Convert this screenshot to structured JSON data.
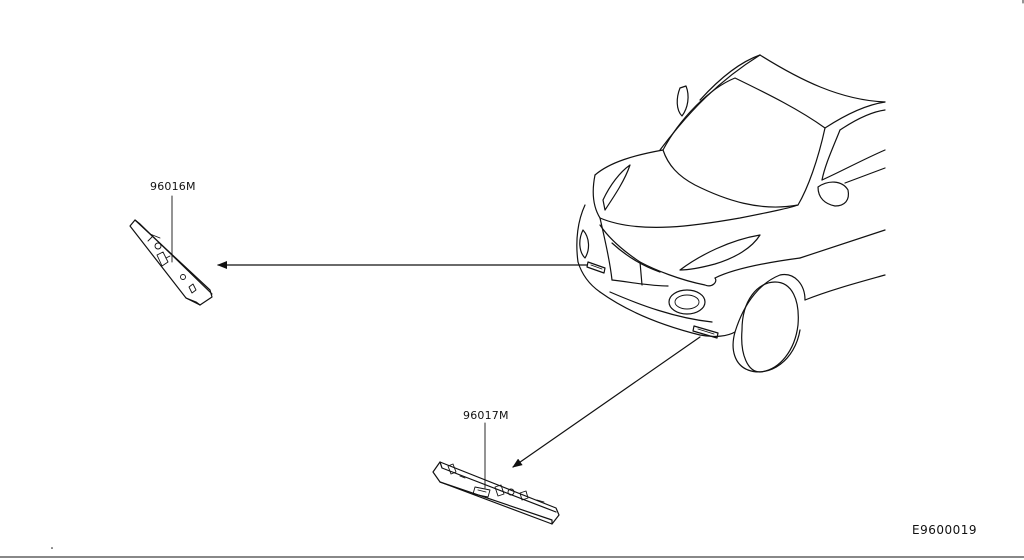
{
  "labels": {
    "part_top": "96016M",
    "part_bottom": "96017M",
    "diagram_code": "E9600019"
  },
  "colors": {
    "line": "#111111",
    "background": "#ffffff"
  }
}
